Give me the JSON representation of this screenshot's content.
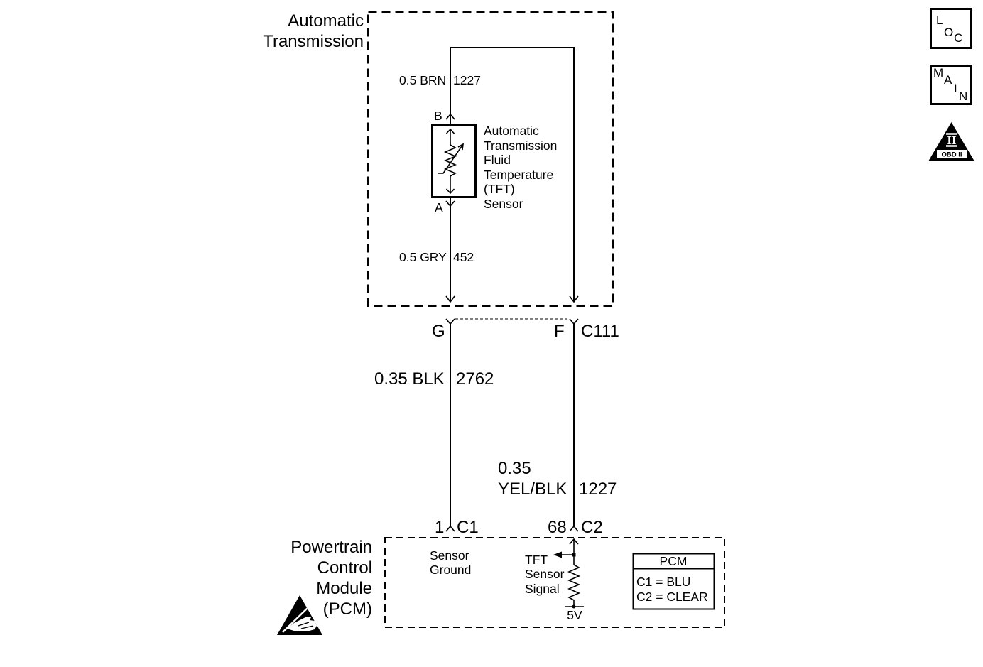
{
  "colors": {
    "ink": "#000000",
    "paper": "#ffffff"
  },
  "transmission": {
    "title": [
      "Automatic",
      "Transmission"
    ],
    "upper_wire": {
      "gauge_color": "0.5 BRN",
      "circuit": "1227"
    },
    "sensor": {
      "pin_top": "B",
      "pin_bottom": "A",
      "label": [
        "Automatic",
        "Transmission",
        "Fluid",
        "Temperature",
        "(TFT)",
        "Sensor"
      ]
    },
    "lower_wire": {
      "gauge_color": "0.5 GRY",
      "circuit": "452"
    }
  },
  "inline_connector": {
    "ground_cavity": "G",
    "signal_cavity": "F",
    "name": "C111"
  },
  "harness": {
    "ground_wire": {
      "gauge_color": "0.35 BLK",
      "circuit": "2762"
    },
    "signal_wire": {
      "gauge": "0.35",
      "color": "YEL/BLK",
      "circuit": "1227"
    }
  },
  "pcm": {
    "title": [
      "Powertrain",
      "Control",
      "Module",
      "(PCM)"
    ],
    "ground_pin": {
      "cavity": "1",
      "connector": "C1"
    },
    "signal_pin": {
      "cavity": "68",
      "connector": "C2"
    },
    "ground_label": [
      "Sensor",
      "Ground"
    ],
    "signal_label": [
      "TFT",
      "Sensor",
      "Signal"
    ],
    "reference_voltage": "5V",
    "connector_legend": {
      "title": "PCM",
      "rows": [
        "C1 = BLU",
        "C2 = CLEAR"
      ]
    }
  },
  "icons": {
    "esd": "esd-hand-icon",
    "locator": {
      "icon": "loc-icon",
      "letters": [
        "L",
        "O",
        "C"
      ]
    },
    "main": {
      "icon": "main-icon",
      "letters": [
        "M",
        "A",
        "I",
        "N"
      ]
    },
    "obd": {
      "icon": "obd-ii-icon",
      "numeral": "II",
      "label": "OBD II"
    }
  }
}
